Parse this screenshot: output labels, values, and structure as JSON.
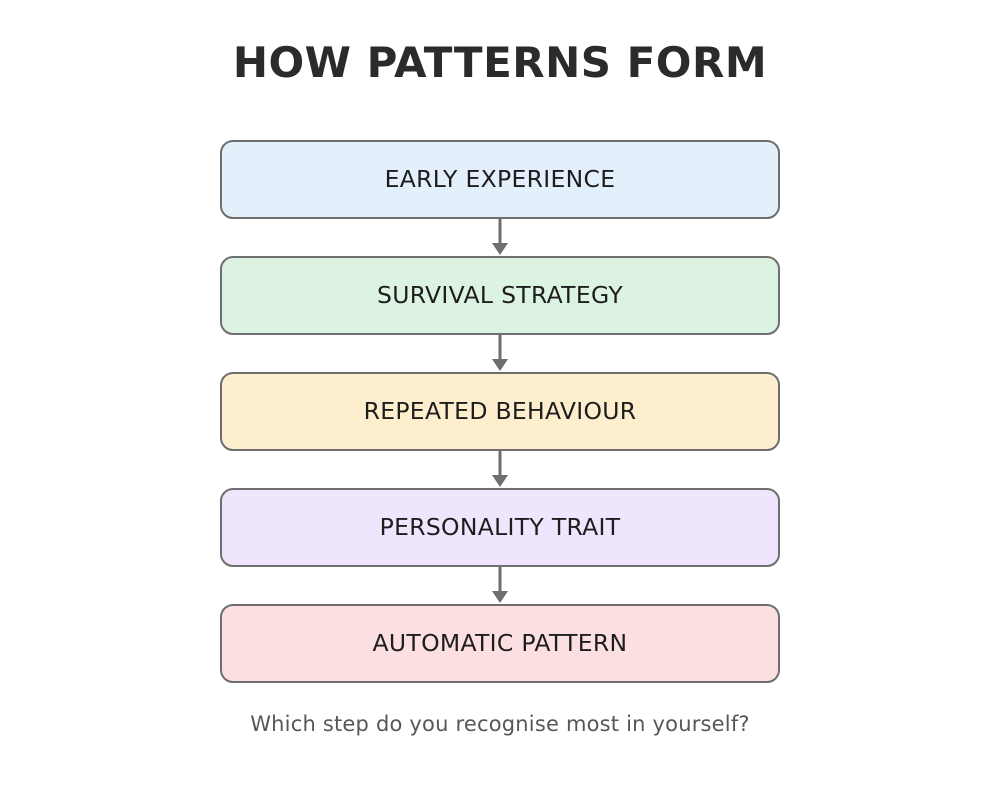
{
  "title": "HOW PATTERNS FORM",
  "caption": "Which step do you recognise most in yourself?",
  "colors": {
    "title_text": "#2b2b2b",
    "caption_text": "#575757",
    "box_text": "#1d1d1d",
    "box_border": "#6e6e6e",
    "arrow": "#6e6e6e",
    "background": "#ffffff"
  },
  "chart_data": {
    "type": "diagram",
    "diagram_type": "vertical-flowchart",
    "title": "HOW PATTERNS FORM",
    "caption": "Which step do you recognise most in yourself?",
    "orientation": "top-to-bottom",
    "connector": "single-head-arrow",
    "steps": [
      {
        "order": 1,
        "label": "EARLY EXPERIENCE",
        "fill": "#e3f0fb"
      },
      {
        "order": 2,
        "label": "SURVIVAL STRATEGY",
        "fill": "#ddf3e2"
      },
      {
        "order": 3,
        "label": "REPEATED BEHAVIOUR",
        "fill": "#fdefce"
      },
      {
        "order": 4,
        "label": "PERSONALITY TRAIT",
        "fill": "#efe5fd"
      },
      {
        "order": 5,
        "label": "AUTOMATIC PATTERN",
        "fill": "#fcdfe0"
      }
    ],
    "edges": [
      {
        "from": "EARLY EXPERIENCE",
        "to": "SURVIVAL STRATEGY"
      },
      {
        "from": "SURVIVAL STRATEGY",
        "to": "REPEATED BEHAVIOUR"
      },
      {
        "from": "REPEATED BEHAVIOUR",
        "to": "PERSONALITY TRAIT"
      },
      {
        "from": "PERSONALITY TRAIT",
        "to": "AUTOMATIC PATTERN"
      }
    ]
  }
}
